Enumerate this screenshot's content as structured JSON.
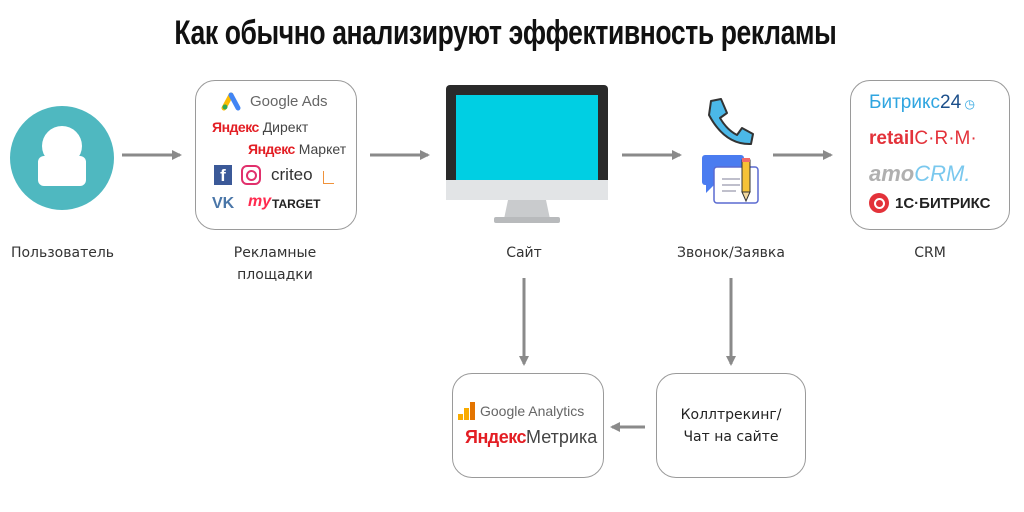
{
  "title": "Как обычно анализируют эффективность рекламы",
  "nodes": {
    "user": {
      "label": "Пользователь"
    },
    "ads": {
      "label_line1": "Рекламные",
      "label_line2": "площадки",
      "logos": {
        "google_ads": "Google Ads",
        "yandex_direct_brand": "Яндекс",
        "yandex_direct_product": "Директ",
        "yandex_market_brand": "Яндекс",
        "yandex_market_product": "Маркет",
        "criteo": "criteo",
        "mytarget_my": "my",
        "mytarget_target": "TARGET"
      }
    },
    "site": {
      "label": "Сайт"
    },
    "call": {
      "label": "Звонок/Заявка"
    },
    "crm": {
      "label": "CRM",
      "logos": {
        "bitrix24_text": "Битрикс",
        "bitrix24_num": "24",
        "retail": "retail",
        "crm_letters": "C·R·M·",
        "amo": "amo",
        "amo_crm": "CRM.",
        "bitrix_1c": "1С·БИТРИКС"
      }
    },
    "analytics": {
      "logos": {
        "google_analytics": "Google Analytics",
        "yandex_brand": "Яндекс",
        "metrika": "Метрика"
      }
    },
    "calltracking": {
      "label_line1": "Коллтрекинг/",
      "label_line2": "Чат на сайте"
    }
  },
  "colors": {
    "arrow": "#8a8a8a",
    "user": "#4fb8c0",
    "screen": "#00cfe3",
    "yandex": "#e31e24"
  }
}
